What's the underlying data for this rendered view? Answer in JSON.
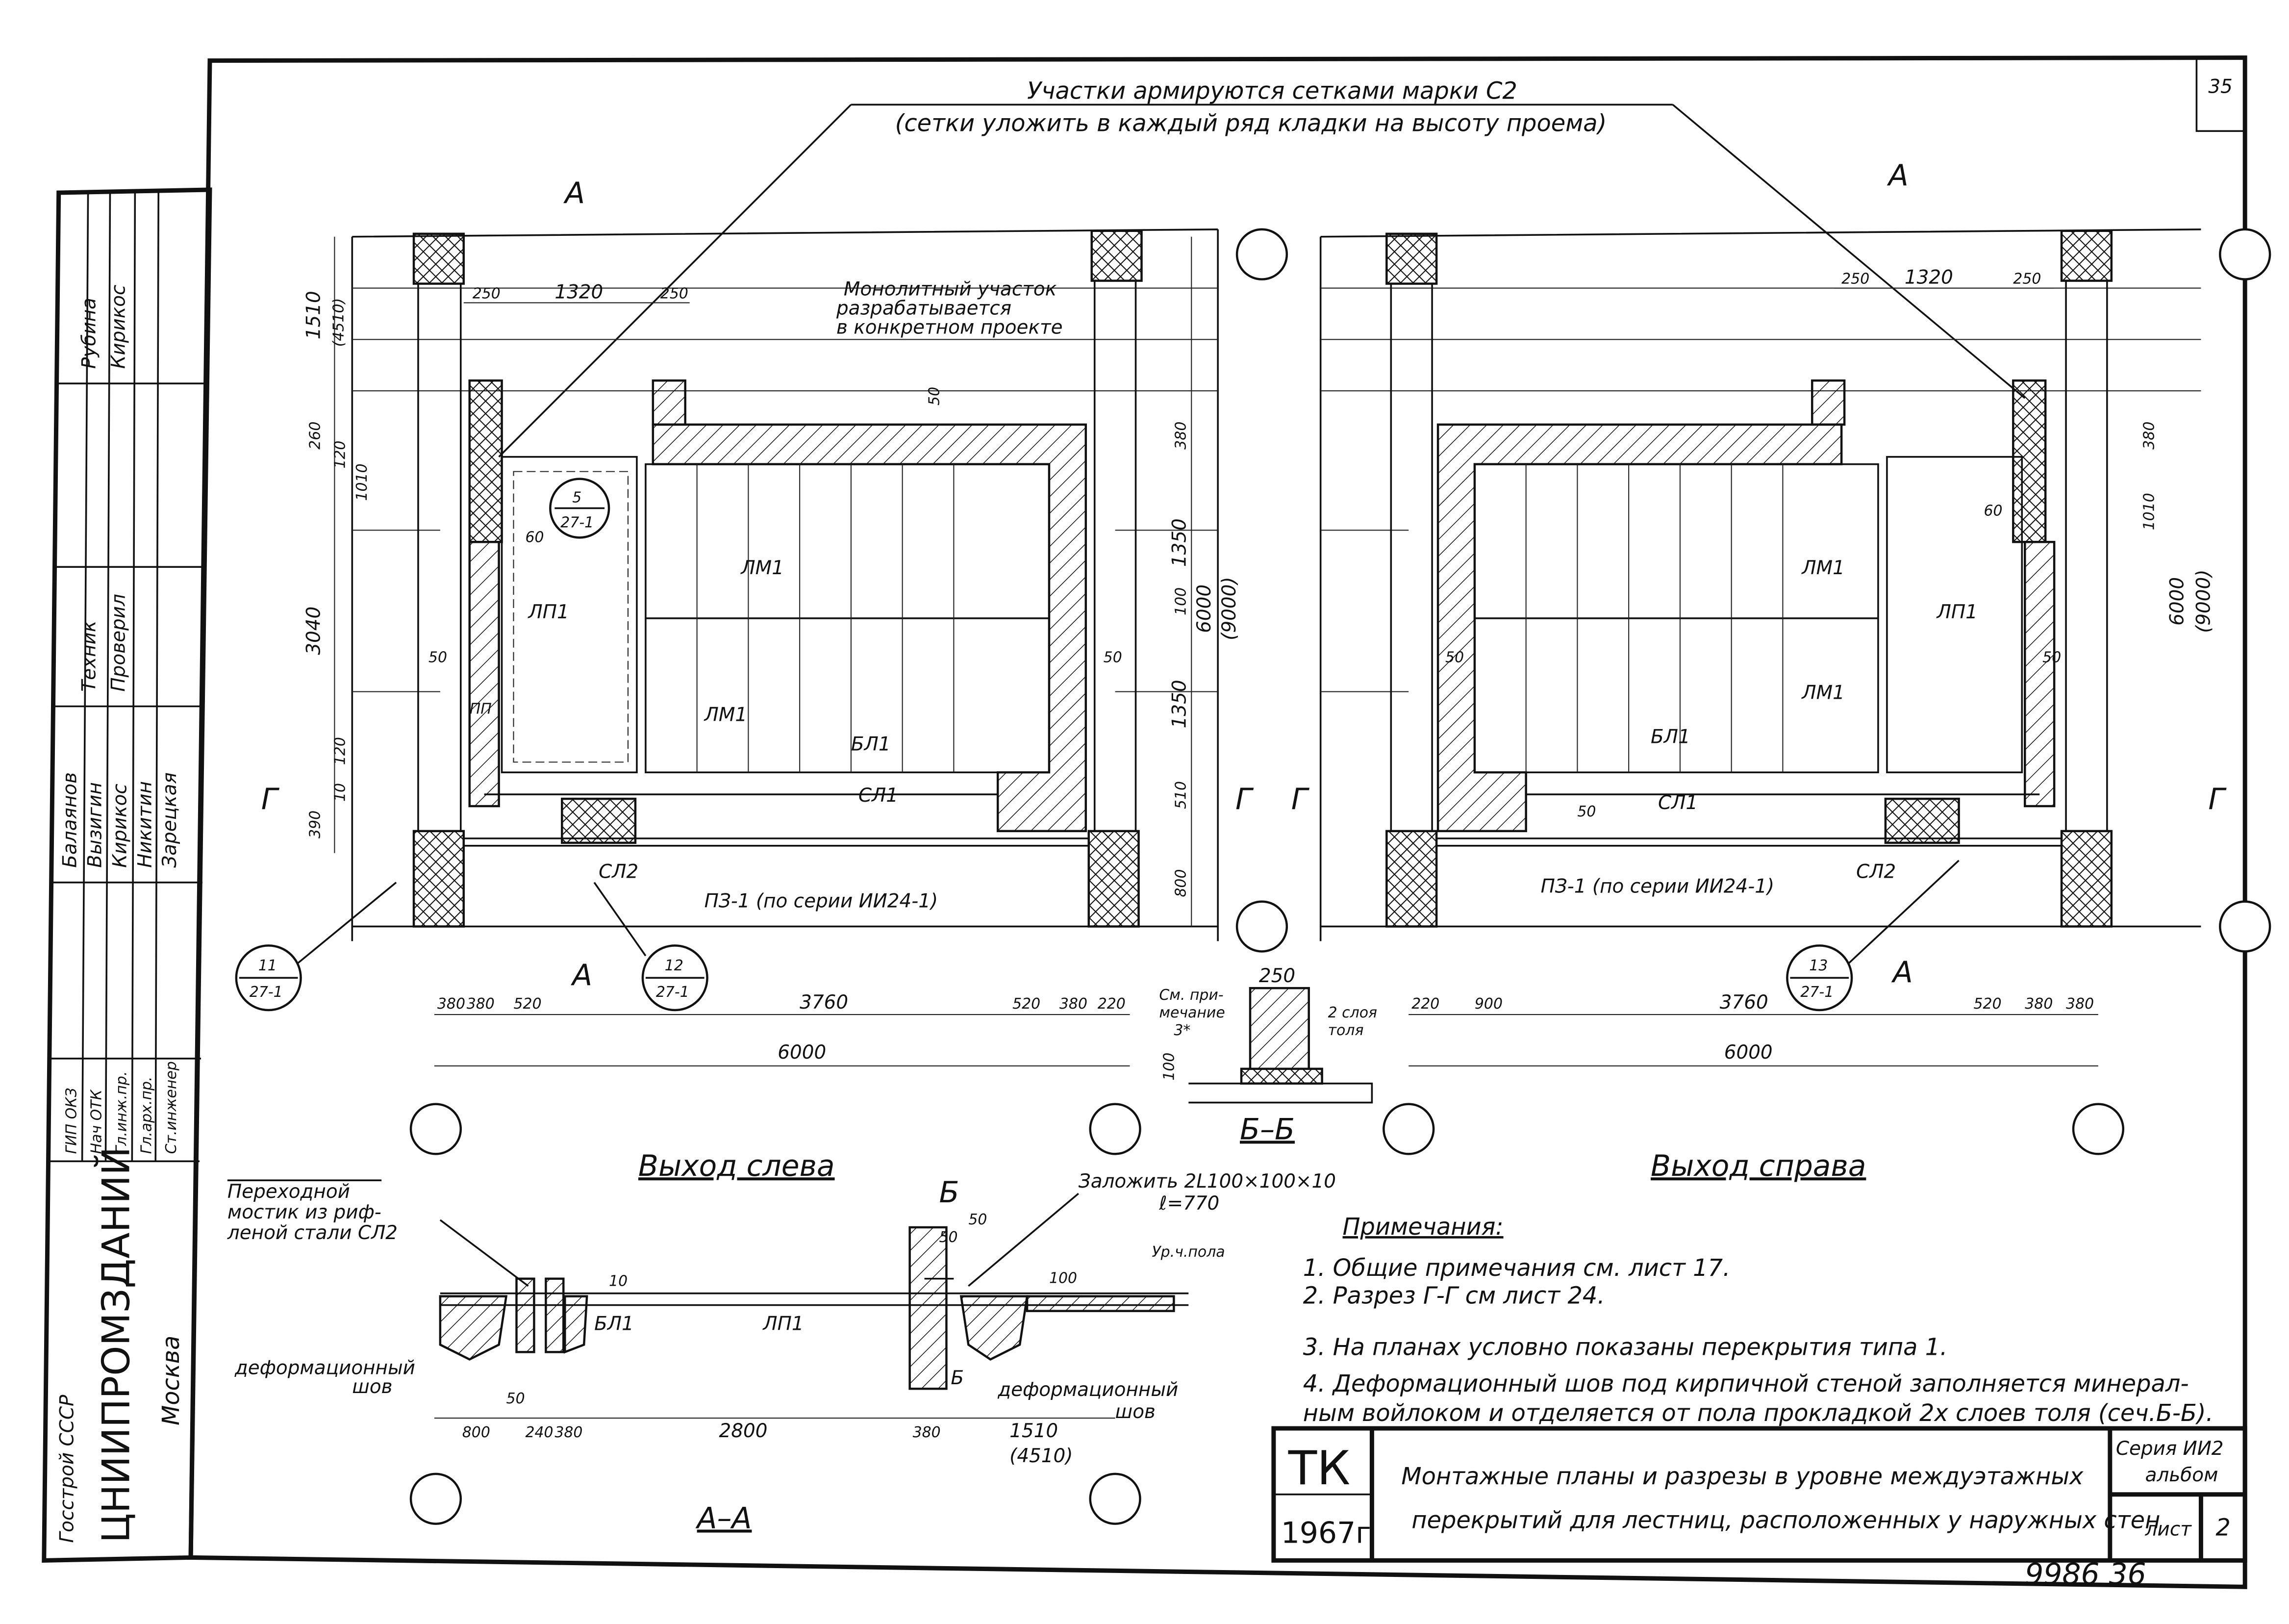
{
  "sheet_corner": "35",
  "top_note": {
    "line1": "Участки армируются сетками марки С2",
    "line2": "(сетки уложить в каждый ряд кладки на высоту проема)"
  },
  "monolith_note": [
    "Монолитный участок",
    "разрабатывается",
    "в конкретном проекте"
  ],
  "section_marks": {
    "a": "А",
    "b": "Б",
    "g": "Г"
  },
  "left_plan": {
    "title": "Выход слева",
    "labels": {
      "lp1": "ЛП1",
      "lm1a": "ЛМ1",
      "lm1b": "ЛМ1",
      "bl1": "БЛ1",
      "sl1": "СЛ1",
      "sl2": "СЛ2",
      "pp": "ПП",
      "pz": "ПЗ-1 (по серии ИИ24-1)"
    },
    "dims_top": [
      "250",
      "1320",
      "250"
    ],
    "dims_left": [
      "1510",
      "(4510)",
      "260",
      "120",
      "1010",
      "60",
      "3040",
      "50",
      "120",
      "10",
      "390"
    ],
    "dims_right": [
      "50",
      "380",
      "1350",
      "100",
      "1350",
      "510",
      "800",
      "50",
      "6000",
      "(9000)"
    ],
    "dims_bottom": [
      "380",
      "380",
      "520",
      "3760",
      "520",
      "380",
      "220"
    ],
    "total": "6000",
    "callouts": [
      {
        "num": "5",
        "sheet": "27-1"
      },
      {
        "num": "11",
        "sheet": "27-1"
      },
      {
        "num": "12",
        "sheet": "27-1"
      }
    ]
  },
  "right_plan": {
    "title": "Выход справа",
    "labels": {
      "lp1": "ЛП1",
      "lm1a": "ЛМ1",
      "lm1b": "ЛМ1",
      "bl1": "БЛ1",
      "sl1": "СЛ1",
      "sl2": "СЛ2",
      "pz": "ПЗ-1 (по серии ИИ24-1)"
    },
    "dims_top": [
      "250",
      "1320",
      "250"
    ],
    "dims_right": [
      "380",
      "1010",
      "60",
      "50",
      "6000",
      "(9000)"
    ],
    "dims_left": [
      "50",
      "50"
    ],
    "dims_bottom": [
      "220",
      "900",
      "3760",
      "520",
      "380",
      "380"
    ],
    "total": "6000",
    "callouts": [
      {
        "num": "13",
        "sheet": "27-1"
      }
    ]
  },
  "section_bb": {
    "title": "Б–Б",
    "dim": "250",
    "note_left": [
      "См. при-",
      "мечание",
      "3*"
    ],
    "note_right": [
      "2 слоя",
      "толя"
    ],
    "dim_small": "100"
  },
  "section_aa": {
    "title": "А–А",
    "bridge_note": [
      "Переходной",
      "мостик из риф-",
      "леной стали СЛ2"
    ],
    "embed_note": [
      "Заложить 2L100×100×10",
      "ℓ=770"
    ],
    "floor_level": "Ур.ч.пола",
    "joint_left": [
      "деформационный",
      "шов"
    ],
    "joint_right": [
      "деформационный",
      "шов"
    ],
    "labels": {
      "bl1": "БЛ1",
      "lp1": "ЛП1"
    },
    "dims": [
      "800",
      "240",
      "380",
      "2800",
      "380",
      "1510",
      "(4510)"
    ],
    "small_dims": [
      "50",
      "50",
      "100",
      "10",
      "50"
    ]
  },
  "notes": {
    "heading": "Примечания:",
    "items": [
      "1. Общие примечания см. лист 17.",
      "2. Разрез Г-Г см лист 24.",
      "3. На планах условно показаны перекрытия типа 1.",
      "4. Деформационный шов под кирпичной стеной заполняется минерал-",
      "ным войлоком и отделяется от пола прокладкой 2х слоев толя (сеч.Б-Б)."
    ]
  },
  "title_block": {
    "code": "ТК",
    "year": "1967г",
    "title_line1": "Монтажные планы и разрезы в уровне междуэтажных",
    "title_line2": "перекрытий для лестниц, расположенных у наружных стен",
    "series_label": "Серия ИИ2",
    "album_label": "альбом",
    "sheet_label": "лист",
    "sheet_num": "2"
  },
  "stamp": "9986 36",
  "side_block": {
    "org": "Госстрой СССР",
    "institute": "ЦНИИПРОМЗДАНИЙ",
    "city": "Москва",
    "roles": [
      "ГИП ОКЗ",
      "Нач ОТК",
      "Гл.инж.пр.",
      "Гл.арх.пр.",
      "Ст.инженер",
      "Техник",
      "Проверил"
    ],
    "names": [
      "Балаянов",
      "Вызигин",
      "Кирикос",
      "Никитин",
      "Зарецкая",
      "Рубина",
      "Кирикос"
    ]
  }
}
